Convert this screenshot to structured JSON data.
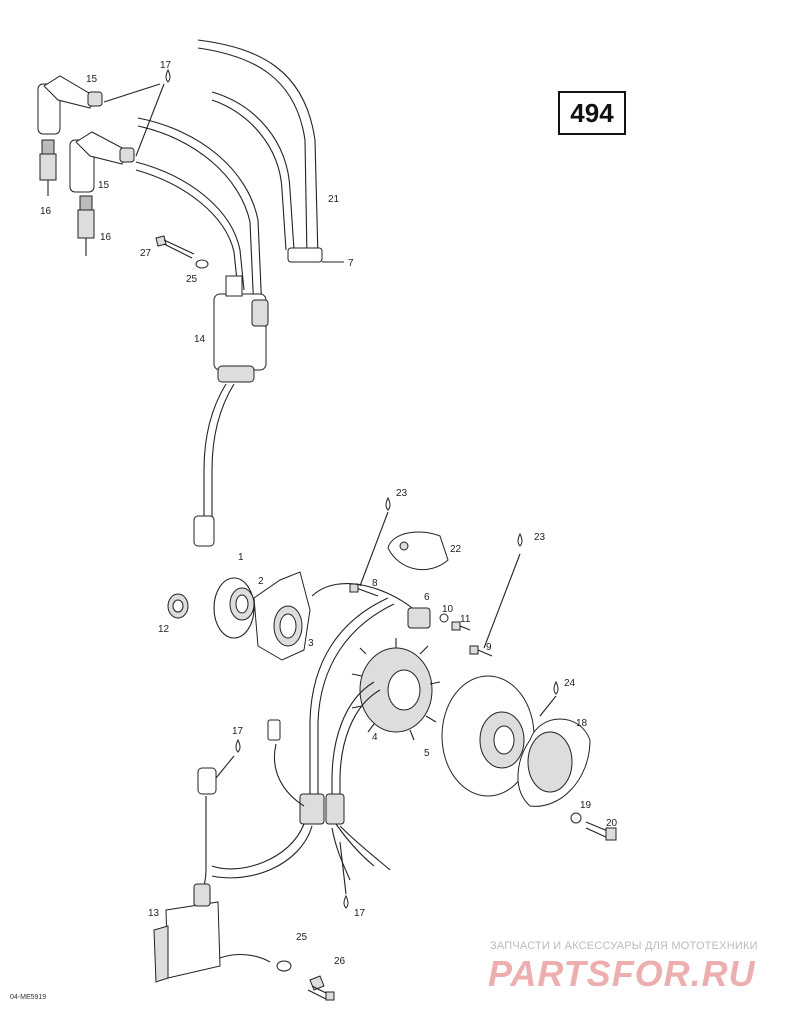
{
  "page_number": "494",
  "reference_code": "04-ME5919",
  "watermark": {
    "tagline": "ЗАПЧАСТИ И АКСЕССУАРЫ ДЛЯ МОТОТЕХНИКИ",
    "logo": "PARTSFOR.RU"
  },
  "part_labels": {
    "p1": "1",
    "p2": "2",
    "p3": "3",
    "p4": "4",
    "p5": "5",
    "p6": "6",
    "p7": "7",
    "p8": "8",
    "p9": "9",
    "p10": "10",
    "p11": "11",
    "p12": "12",
    "p13": "13",
    "p14": "14",
    "p15a": "15",
    "p15b": "15",
    "p16a": "16",
    "p16b": "16",
    "p17a": "17",
    "p17b": "17",
    "p17c": "17",
    "p18": "18",
    "p19": "19",
    "p20": "20",
    "p21": "21",
    "p22": "22",
    "p23a": "23",
    "p23b": "23",
    "p24": "24",
    "p25a": "25",
    "p25b": "25",
    "p26": "26",
    "p27": "27"
  }
}
